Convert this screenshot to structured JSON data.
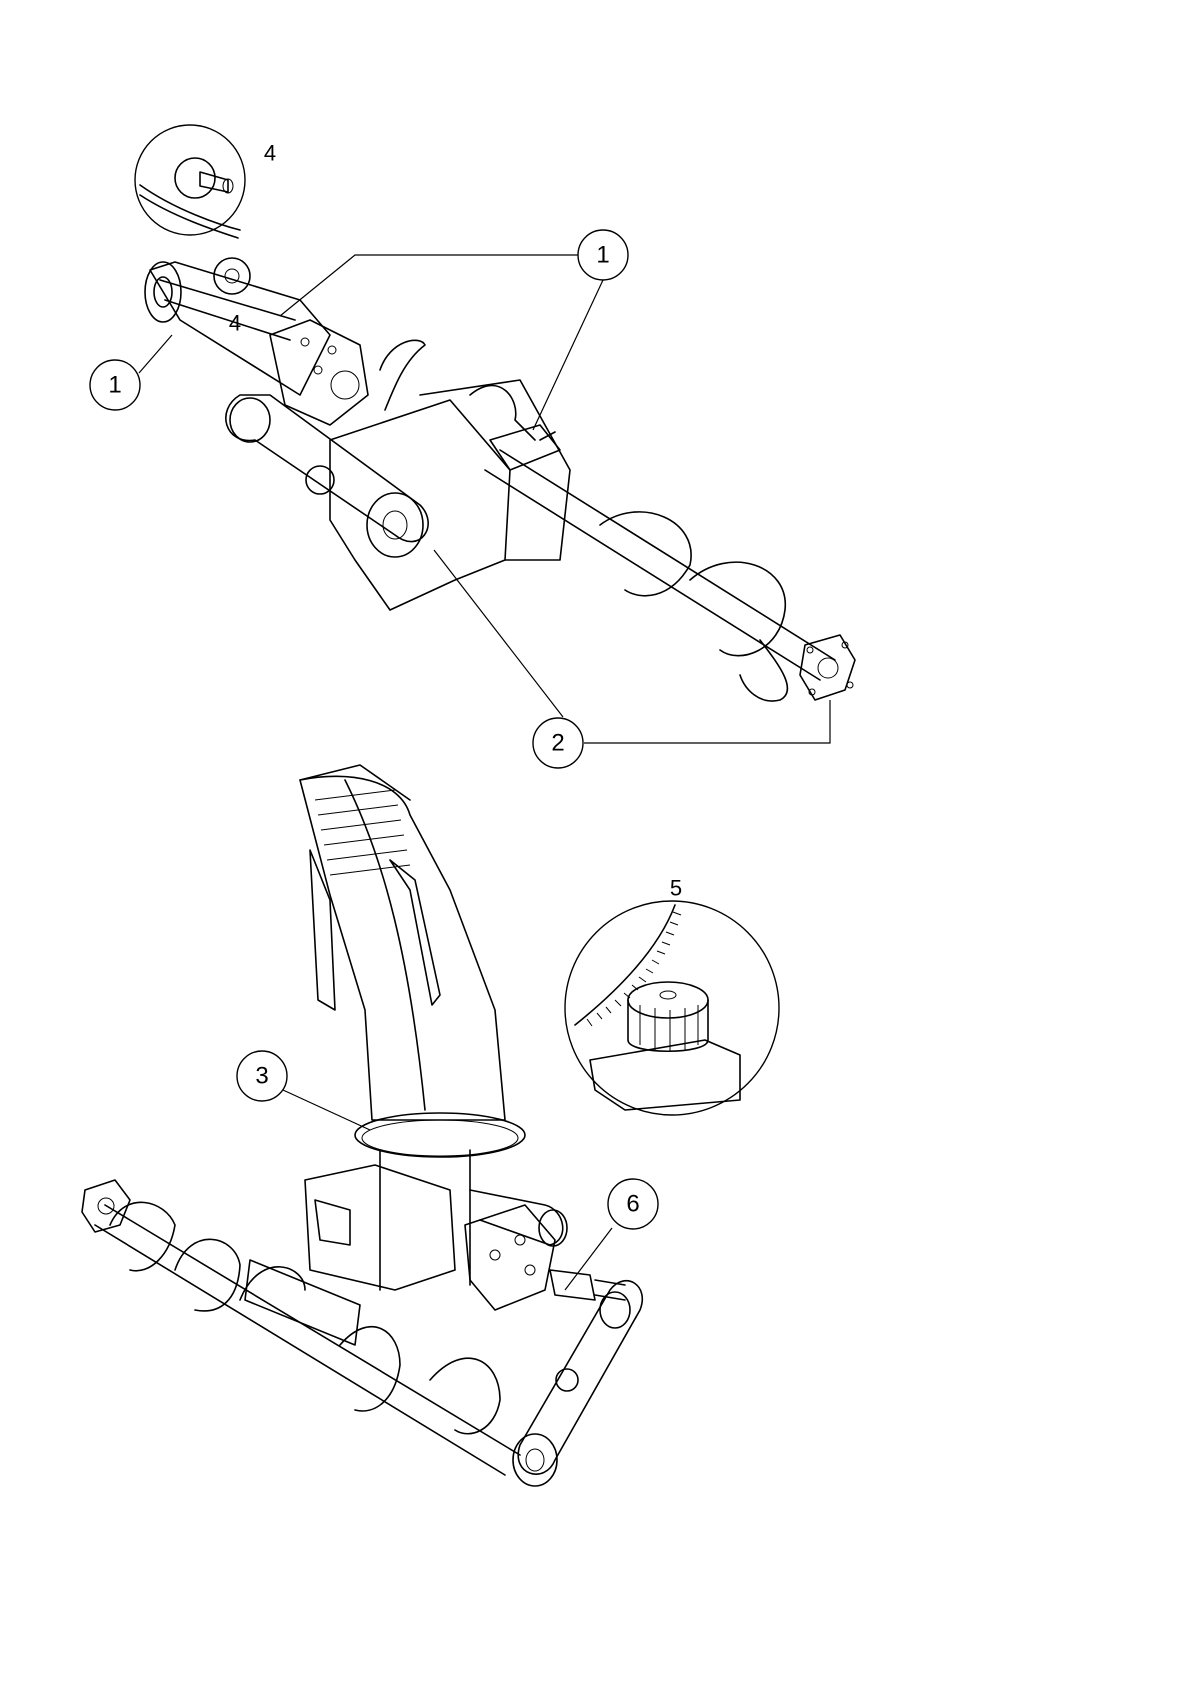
{
  "callouts": {
    "c1_top": "1",
    "c1_left": "1",
    "c2": "2",
    "c3": "3",
    "c4_detail": "4",
    "c4_inline": "4",
    "c5": "5",
    "c6": "6"
  }
}
